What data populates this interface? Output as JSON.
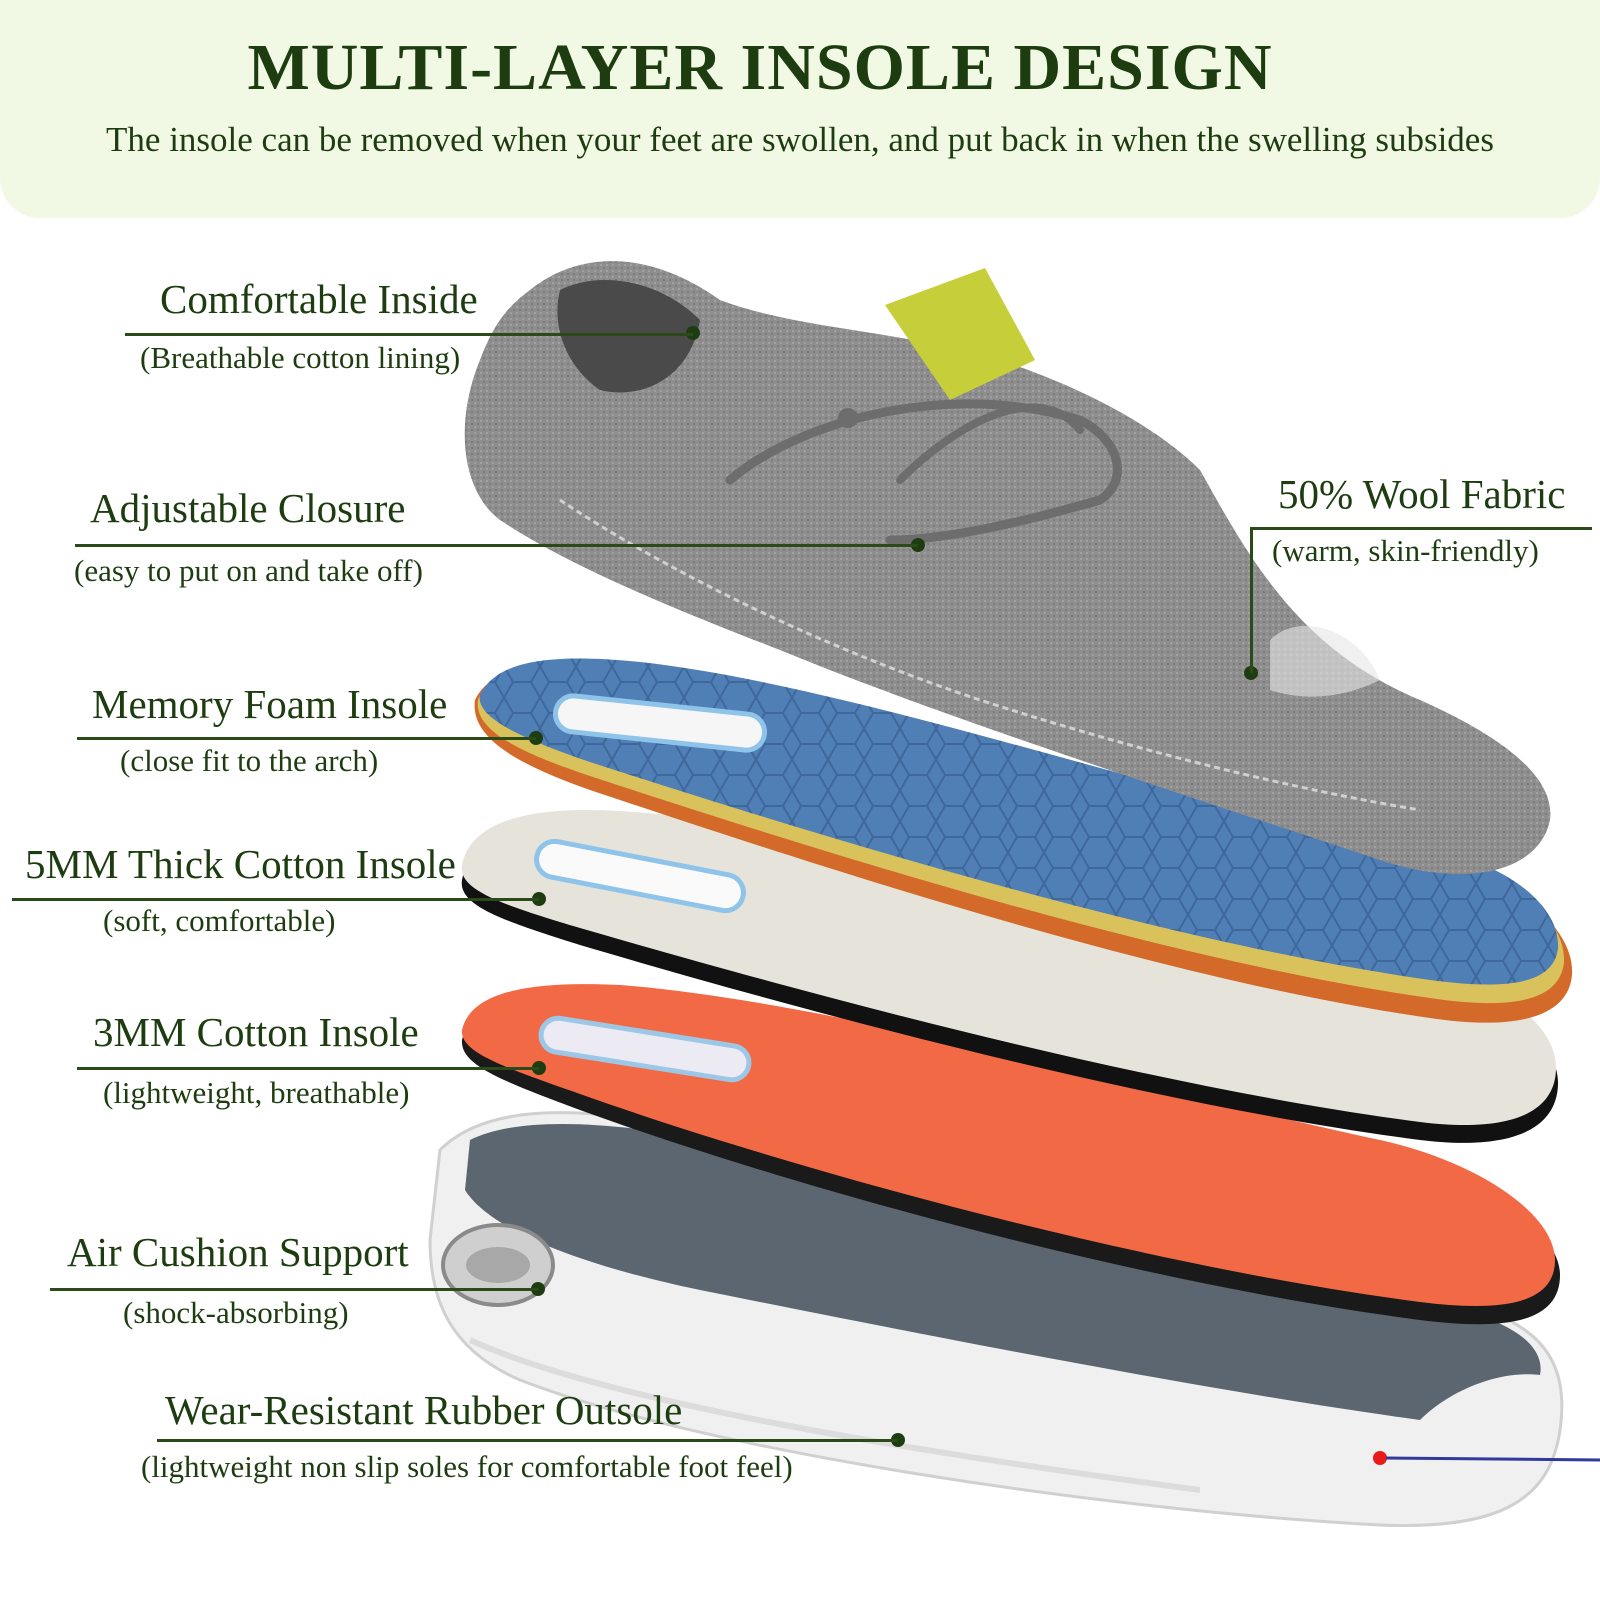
{
  "header": {
    "title": "MULTI-LAYER INSOLE DESIGN",
    "subtitle": "The insole can be removed when your feet are swollen, and put back in when the swelling subsides"
  },
  "labels": {
    "comfortable_inside": {
      "name": "Comfortable Inside",
      "note": "(Breathable cotton lining)"
    },
    "adjustable_closure": {
      "name": "Adjustable Closure",
      "note": "(easy to put on and take off)"
    },
    "memory_foam": {
      "name": "Memory Foam Insole",
      "note": "(close fit to the arch)"
    },
    "cotton_5mm": {
      "name": "5MM Thick Cotton Insole",
      "note": "(soft, comfortable)"
    },
    "cotton_3mm": {
      "name": "3MM Cotton Insole",
      "note": "(lightweight, breathable)"
    },
    "air_cushion": {
      "name": "Air Cushion Support",
      "note": "(shock-absorbing)"
    },
    "outsole": {
      "name": "Wear-Resistant Rubber Outsole",
      "note": "(lightweight non slip soles for comfortable foot feel)"
    },
    "wool_fabric": {
      "name": "50% Wool Fabric",
      "note": "(warm, skin-friendly)"
    }
  },
  "colors": {
    "header_bg": "#f1f8e3",
    "text": "#1d3d10",
    "upper_gray": "#8c8c8c",
    "memory_foam_blue": "#4f7fb5",
    "cotton_beige": "#e6e3da",
    "insole_orange": "#f26a45",
    "outsole_white": "#f2f2f2",
    "midsole_slate": "#5b6670"
  }
}
